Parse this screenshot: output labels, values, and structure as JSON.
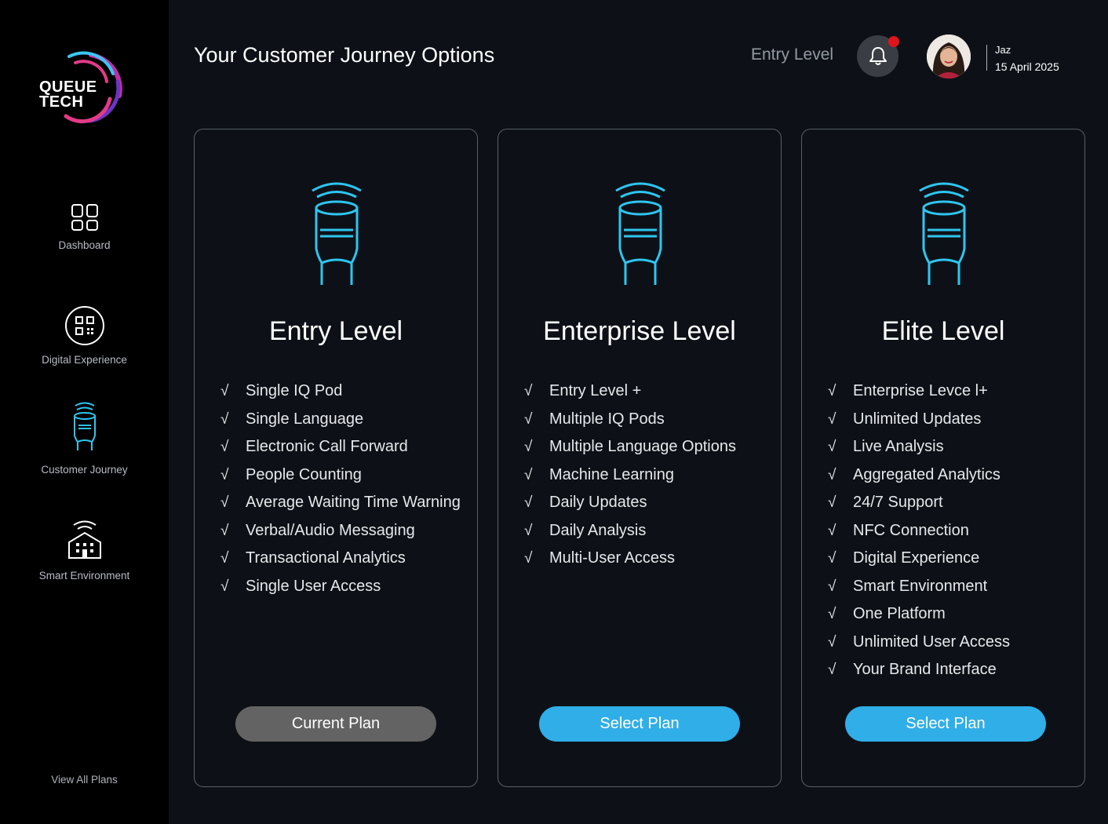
{
  "brand": {
    "logo_line1": "QUEUE",
    "logo_line2": "TECH"
  },
  "sidebar": {
    "items": [
      {
        "label": "Dashboard",
        "icon": "grid-icon"
      },
      {
        "label": "Digital Experience",
        "icon": "qr-code-icon"
      },
      {
        "label": "Customer Journey",
        "icon": "pod-icon"
      },
      {
        "label": "Smart Environment",
        "icon": "smart-building-icon"
      }
    ],
    "view_all": "View All Plans"
  },
  "header": {
    "title": "Your Customer Journey Options",
    "current_level": "Entry Level",
    "user_name": "Jaz",
    "date": "15 April 2025"
  },
  "check_glyph": "√",
  "plans": [
    {
      "title": "Entry Level",
      "features": [
        "Single IQ Pod",
        "Single Language",
        "Electronic Call Forward",
        "People Counting",
        "Average Waiting Time Warning",
        "Verbal/Audio Messaging",
        "Transactional Analytics",
        "Single User Access"
      ],
      "button": "Current Plan",
      "button_style": "gray"
    },
    {
      "title": "Enterprise Level",
      "features": [
        "Entry Level +",
        "Multiple IQ Pods",
        "Multiple Language Options",
        "Machine Learning",
        "Daily Updates",
        "Daily Analysis",
        "Multi-User Access"
      ],
      "button": "Select Plan",
      "button_style": "blue"
    },
    {
      "title": "Elite Level",
      "features": [
        "Enterprise Levce l+",
        "Unlimited Updates",
        "Live Analysis",
        "Aggregated Analytics",
        "24/7 Support",
        "NFC Connection",
        "Digital Experience",
        "Smart Environment",
        "One Platform",
        "Unlimited User Access",
        "Your Brand Interface"
      ],
      "button": "Select Plan",
      "button_style": "blue"
    }
  ],
  "colors": {
    "accent": "#30aee8",
    "icon_cyan": "#2ec5f0",
    "notification": "#e1141c",
    "disabled_button": "#636363"
  }
}
